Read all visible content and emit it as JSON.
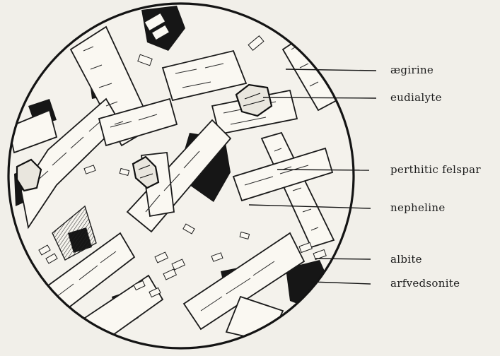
{
  "labels": [
    {
      "key": "aegirine",
      "text": "ægirine"
    },
    {
      "key": "eudialyte",
      "text": "eudialyte"
    },
    {
      "key": "perthitic",
      "text": "perthitic  felspar"
    },
    {
      "key": "nepheline",
      "text": "nepheline"
    },
    {
      "key": "albite",
      "text": "albite"
    },
    {
      "key": "arfvedsonite",
      "text": "arfvedsonite"
    }
  ],
  "colors": {
    "paper": "#f1efe9",
    "ink": "#141414"
  }
}
